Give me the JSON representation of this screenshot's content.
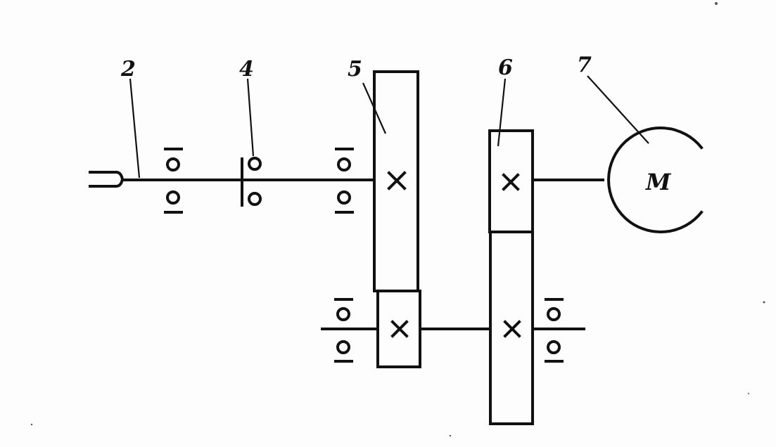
{
  "labels": {
    "shaft": "2",
    "coupling": "4",
    "gear_5": "5",
    "gear_6": "6",
    "motor": "7"
  },
  "motor_symbol": "M"
}
